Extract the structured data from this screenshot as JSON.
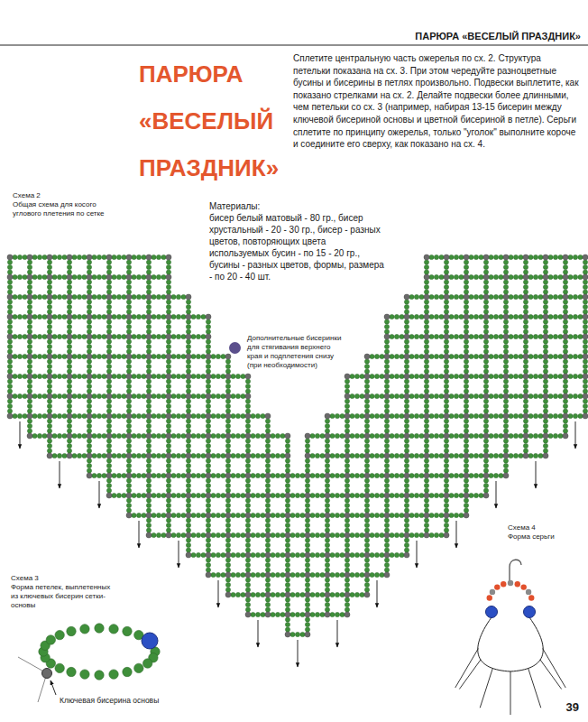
{
  "diagram": {
    "title": "ПАРЮРА «ВЕСЕЛЫЙ ПРАЗДНИК»",
    "labels": [
      "ПАРЮРА «ВЕСЕЛЫЙ ПРАЗДНИК»",
      "Сплетите центральную часть ожерелья по сх. 2. Структура петельки показана на сх. 3. При этом чередуйте разноцветные бусины и бисерины в петлях произвольно. Подвески выплетите, как показано стрелками на сх. 2. Делайте подвески более длинными, чем петельки со сх. 3 (например, набирая 13-15 бисерин между ключевой бисериной основы и цветной бисериной в петле). Серьги сплетите по принципу ожерелья, только \"уголок\" выполните короче и соедините его сверху, как показано на сх. 4.",
      "Схема 2",
      "Общая схема для косого углового плетения по сетке",
      "Материалы:",
      "бисер белый матовый - 80 гр., бисер хрустальный - 20 - 30 гр., бисер - разных цветов, повторяющих цвета используемых бусин - по 15 - 20 гр., бусины - разных цветов, формы, размера - по 20 - 40 шт.",
      "Схема 3",
      "Форма петелек, выплетенных из ключевых бисерин сетки-основы",
      "Ключевая бисерина основы",
      "Схема 4",
      "Форма серьги",
      "39"
    ],
    "legend": [
      {
        "text": "Дополнительные бисеринки для стягивания верхнего края и подплетения снизу (при необходимости)",
        "color": "#5b4f8c"
      }
    ]
  }
}
